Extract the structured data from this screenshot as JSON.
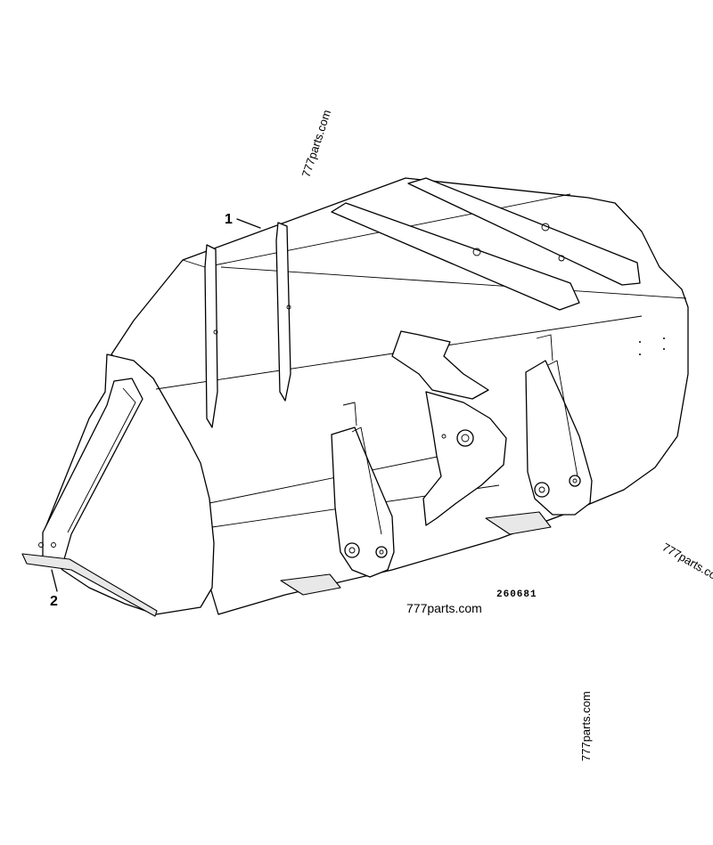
{
  "diagram": {
    "callouts": [
      {
        "label": "1"
      },
      {
        "label": "2"
      }
    ],
    "drawing_number": "260681"
  },
  "watermarks": [
    {
      "text": "777parts.com"
    },
    {
      "text": "777parts.com"
    },
    {
      "text": "777parts.co"
    },
    {
      "text": "777parts.com"
    }
  ]
}
